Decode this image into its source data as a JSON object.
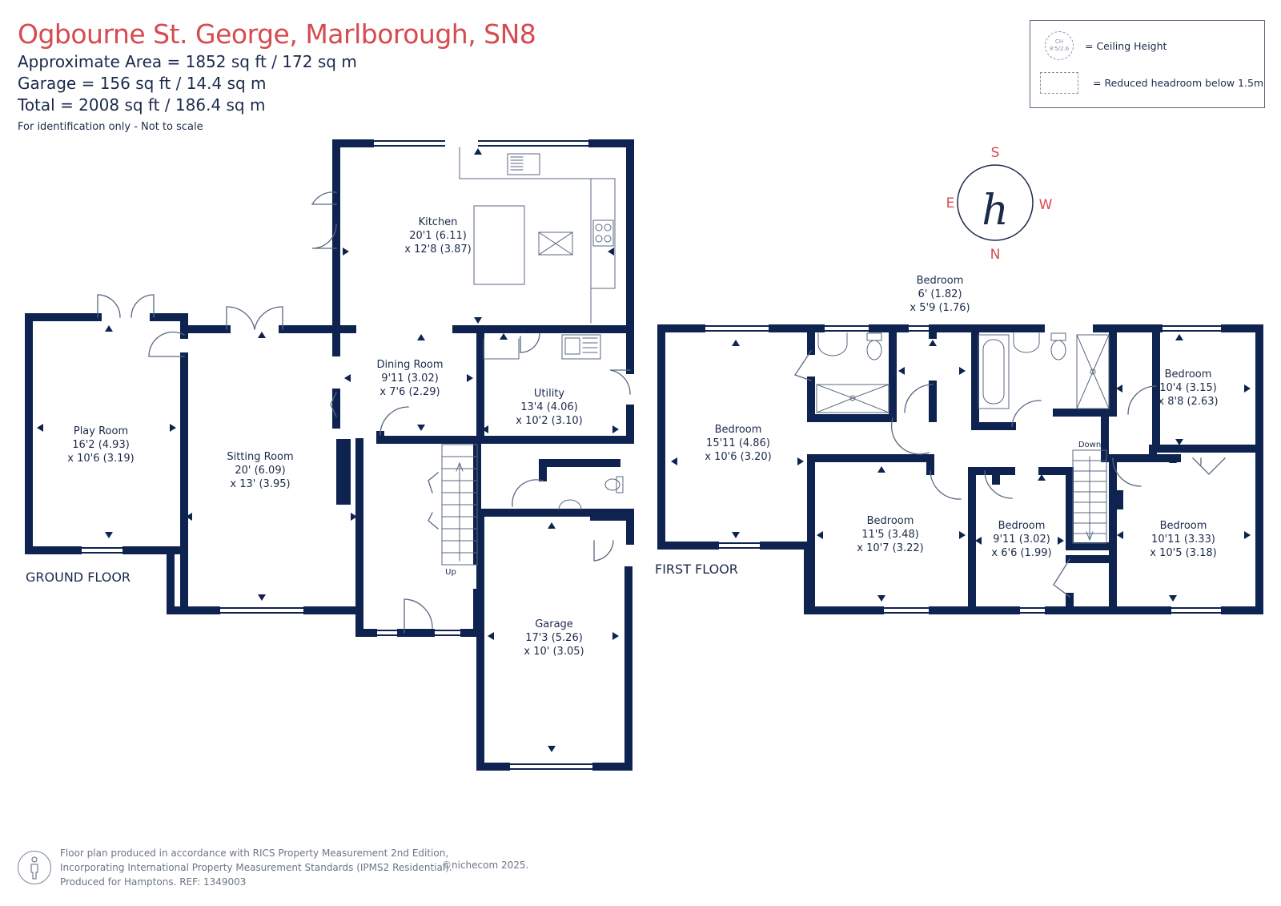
{
  "header": {
    "title": "Ogbourne St. George, Marlborough, SN8",
    "area_lines": [
      "Approximate Area = 1852 sq ft / 172 sq m",
      "Garage = 156 sq ft / 14.4 sq m",
      "Total = 2008 sq ft / 186.4 sq m"
    ],
    "disclaimer": "For identification only - Not to scale"
  },
  "legend": {
    "ch_symbol_top": "CH",
    "ch_symbol_bottom": "8'5/2.6",
    "ceiling_height": "= Ceiling Height",
    "reduced_headroom": "= Reduced headroom below 1.5m"
  },
  "compass": {
    "s": "S",
    "e": "E",
    "w": "W",
    "n": "N",
    "logo": "h"
  },
  "ground_floor": {
    "label": "GROUND FLOOR",
    "stairs_label": "Up",
    "rooms": {
      "kitchen": {
        "name": "Kitchen",
        "dim1": "20'1 (6.11)",
        "dim2": "x 12'8 (3.87)"
      },
      "dining": {
        "name": "Dining Room",
        "dim1": "9'11 (3.02)",
        "dim2": "x 7'6 (2.29)"
      },
      "utility": {
        "name": "Utility",
        "dim1": "13'4 (4.06)",
        "dim2": "x 10'2 (3.10)"
      },
      "play": {
        "name": "Play Room",
        "dim1": "16'2 (4.93)",
        "dim2": "x 10'6 (3.19)"
      },
      "sitting": {
        "name": "Sitting Room",
        "dim1": "20' (6.09)",
        "dim2": "x 13' (3.95)"
      },
      "garage": {
        "name": "Garage",
        "dim1": "17'3 (5.26)",
        "dim2": "x 10' (3.05)"
      }
    }
  },
  "first_floor": {
    "label": "FIRST FLOOR",
    "stairs_label": "Down",
    "rooms": {
      "bed_small": {
        "name": "Bedroom",
        "dim1": "6' (1.82)",
        "dim2": "x 5'9 (1.76)"
      },
      "bed_master": {
        "name": "Bedroom",
        "dim1": "15'11 (4.86)",
        "dim2": "x 10'6 (3.20)"
      },
      "bed_ne": {
        "name": "Bedroom",
        "dim1": "10'4 (3.15)",
        "dim2": "x 8'8 (2.63)"
      },
      "bed_mid": {
        "name": "Bedroom",
        "dim1": "11'5 (3.48)",
        "dim2": "x 10'7 (3.22)"
      },
      "bed_3": {
        "name": "Bedroom",
        "dim1": "9'11 (3.02)",
        "dim2": "x 6'6 (1.99)"
      },
      "bed_se": {
        "name": "Bedroom",
        "dim1": "10'11 (3.33)",
        "dim2": "x 10'5 (3.18)"
      }
    }
  },
  "footer": {
    "lines": [
      "Floor plan produced in accordance with RICS Property Measurement 2nd Edition,",
      "Incorporating International Property Measurement Standards (IPMS2 Residential).",
      "Produced for Hamptons.   REF: 1349003"
    ],
    "copyright": "©nichecom 2025."
  },
  "colors": {
    "wall": "#0f2350",
    "title": "#d64b4f",
    "fixture": "#5a6780"
  }
}
